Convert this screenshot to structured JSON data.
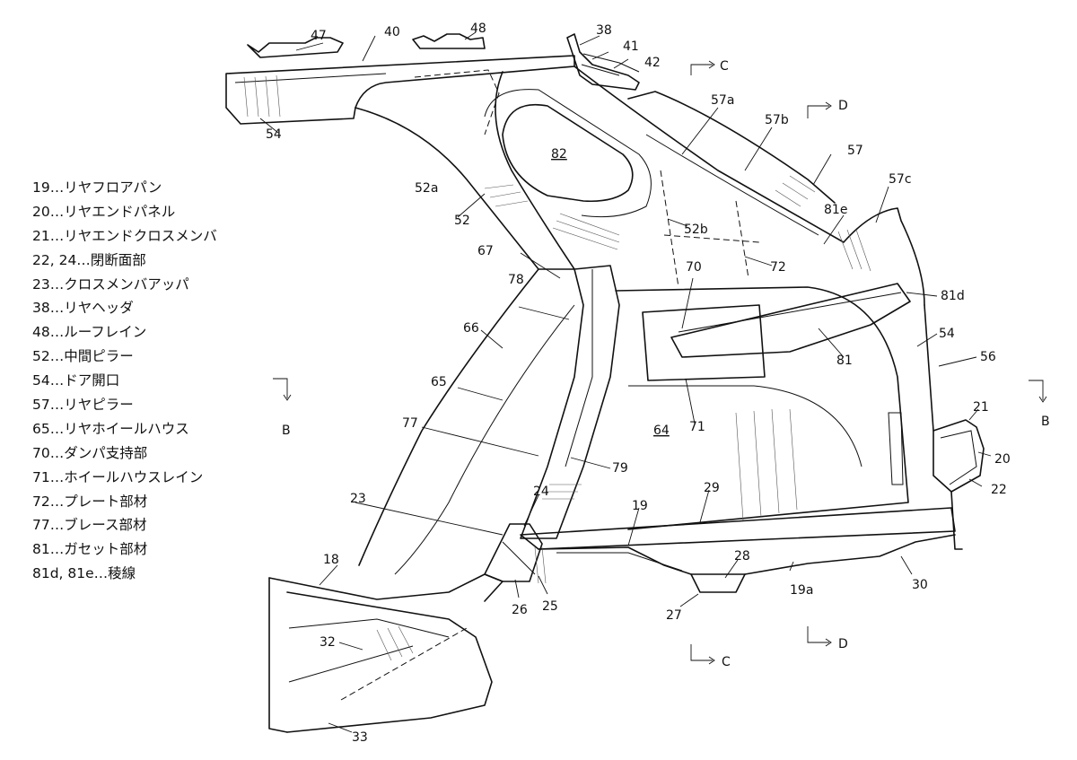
{
  "legend": [
    "19…リヤフロアパン",
    "20…リヤエンドパネル",
    "21…リヤエンドクロスメンバ",
    "22, 24…閉断面部",
    "23…クロスメンバアッパ",
    "38…リヤヘッダ",
    "48…ルーフレイン",
    "52…中間ピラー",
    "54…ドア開口",
    "57…リヤピラー",
    "65…リヤホイールハウス",
    "70…ダンパ支持部",
    "71…ホイールハウスレイン",
    "72…プレート部材",
    "77…ブレース部材",
    "81…ガセット部材",
    "81d, 81e…稜線"
  ],
  "labels": {
    "n47": "47",
    "n48": "48",
    "n40": "40",
    "n38": "38",
    "n41": "41",
    "n42": "42",
    "n54a": "54",
    "n82": "82",
    "n52a": "52a",
    "n52": "52",
    "n52b": "52b",
    "n57a": "57a",
    "n57b": "57b",
    "n57": "57",
    "n57c": "57c",
    "n81e": "81e",
    "n67": "67",
    "n70": "70",
    "n72": "72",
    "n78": "78",
    "n81d": "81d",
    "n66": "66",
    "n54b": "54",
    "n56": "56",
    "n81": "81",
    "n65": "65",
    "n71": "71",
    "n21": "21",
    "n64": "64",
    "n77": "77",
    "n79": "79",
    "n20": "20",
    "n22": "22",
    "n23": "23",
    "n24": "24",
    "n29": "29",
    "n19": "19",
    "n28": "28",
    "n18": "18",
    "n19a": "19a",
    "n30": "30",
    "n25": "25",
    "n26": "26",
    "n27": "27",
    "n32": "32",
    "n33": "33"
  },
  "section_marks": {
    "c_top": "C",
    "d_top": "D",
    "b_left": "B",
    "b_right": "B",
    "c_bottom": "C",
    "d_bottom": "D"
  }
}
